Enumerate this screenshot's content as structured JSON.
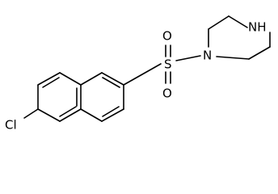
{
  "structure": {
    "atoms": {
      "cl": "Cl",
      "s": "S",
      "o_top": "O",
      "o_bottom": "O",
      "n_ring": "N",
      "nh": "NH"
    },
    "colors": {
      "bond": "#000000",
      "label": "#000000",
      "background": "#ffffff"
    }
  }
}
